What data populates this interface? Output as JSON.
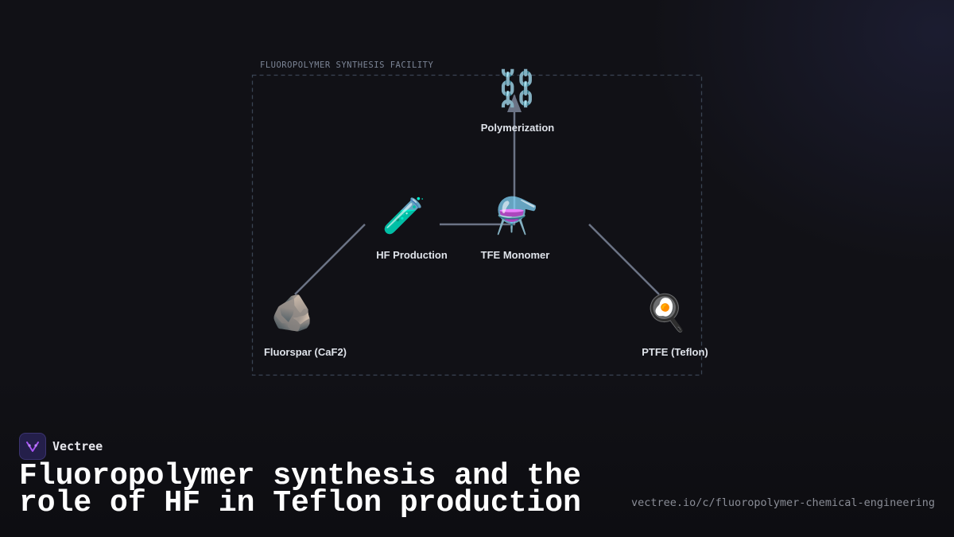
{
  "diagram": {
    "group_label": "FLUOROPOLYMER SYNTHESIS FACILITY",
    "nodes": [
      {
        "id": "polymerization",
        "label": "Polymerization",
        "icon": "⛓️",
        "icon_name": "chain-icon"
      },
      {
        "id": "hf-production",
        "label": "HF Production",
        "icon": "🧪",
        "icon_name": "test-tube-icon"
      },
      {
        "id": "tfe-monomer",
        "label": "TFE Monomer",
        "icon": "⚗️",
        "icon_name": "alembic-icon"
      },
      {
        "id": "fluorspar",
        "label": "Fluorspar (CaF2)",
        "icon": "🪨",
        "icon_name": "rock-icon"
      },
      {
        "id": "ptfe",
        "label": "PTFE (Teflon)",
        "icon": "🍳",
        "icon_name": "frying-pan-icon"
      }
    ],
    "edges": [
      {
        "from": "fluorspar",
        "to": "hf-production"
      },
      {
        "from": "hf-production",
        "to": "tfe-monomer"
      },
      {
        "from": "tfe-monomer",
        "to": "polymerization"
      },
      {
        "from": "tfe-monomer",
        "to": "ptfe"
      }
    ],
    "colors": {
      "edge": "#6b7385",
      "group_border": "#3a4453",
      "label": "#dfe3ea"
    }
  },
  "brand": {
    "name": "Vectree",
    "logo_icon": "vectree-logo-icon",
    "logo_color": "#a855f7"
  },
  "title": "Fluoropolymer synthesis and the role of HF in Teflon production",
  "url": "vectree.io/c/fluoropolymer-chemical-engineering"
}
